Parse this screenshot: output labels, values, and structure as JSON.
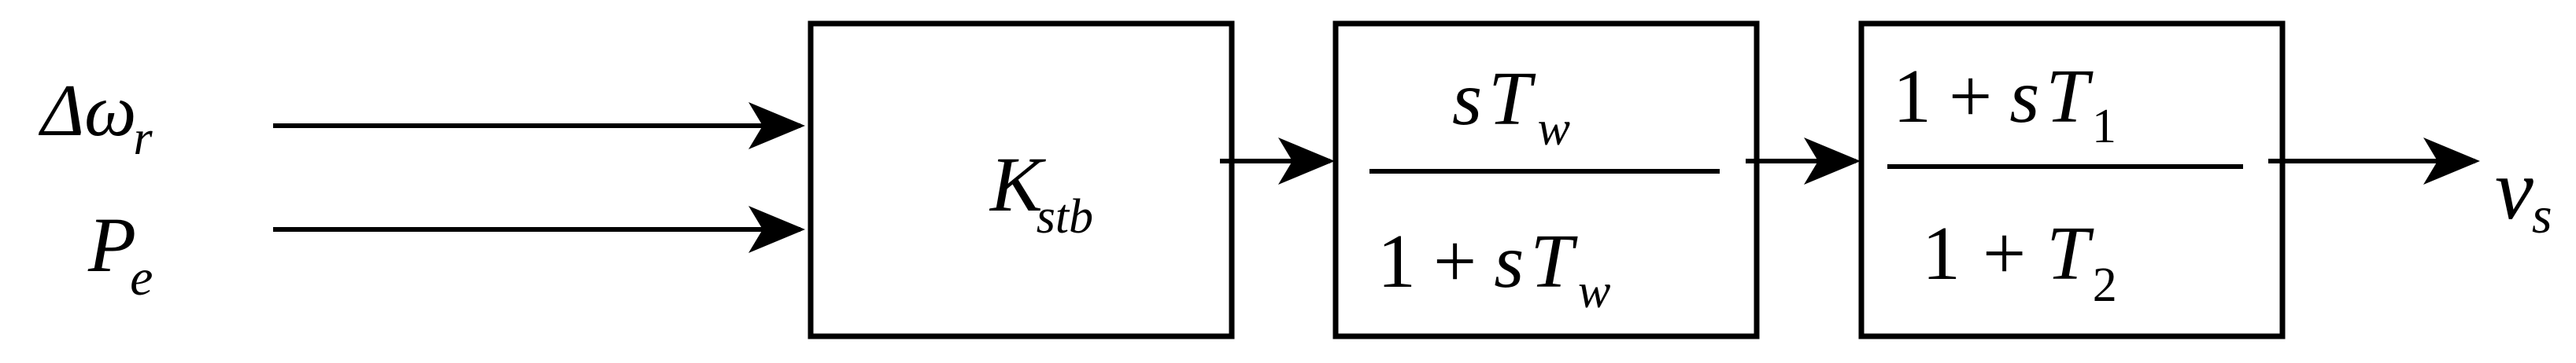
{
  "inputs": {
    "delta_symbol": "Δ",
    "omega_symbol": "ω",
    "omega_subscript": "r",
    "power_symbol": "P",
    "power_subscript": "e"
  },
  "blocks": {
    "gain": {
      "symbol": "K",
      "subscript": "stb"
    },
    "washout": {
      "numerator_s": "s",
      "numerator_T": "T",
      "numerator_sub": "w",
      "den_one": "1",
      "den_plus": "+",
      "den_s": "s",
      "den_T": "T",
      "den_sub": "w"
    },
    "lead_lag": {
      "num_one": "1",
      "num_plus": "+",
      "num_s": "s",
      "num_T": "T",
      "num_sub": "1",
      "den_one": "1",
      "den_plus": "+",
      "den_T": "T",
      "den_sub": "2"
    }
  },
  "output": {
    "symbol": "v",
    "subscript": "s"
  }
}
